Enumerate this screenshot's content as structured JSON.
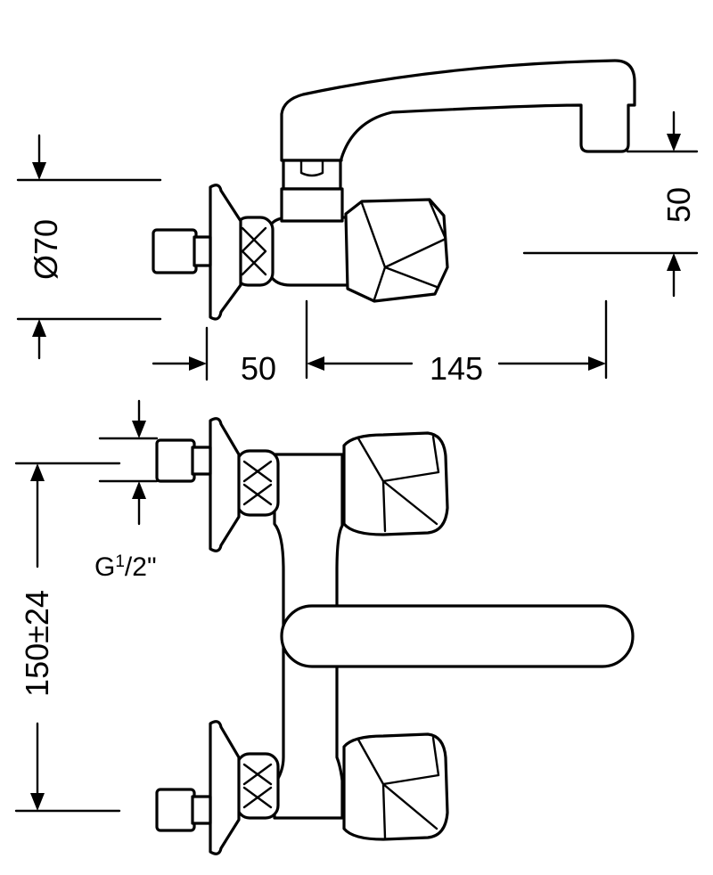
{
  "dimensions": {
    "diameter_label": "Ø70",
    "wall_offset_label": "50",
    "spout_reach_label": "145",
    "spout_height_label": "50",
    "center_distance_label": "150±24"
  },
  "thread": {
    "prefix": "G",
    "numerator": "1",
    "slash": "/",
    "denominator": "2",
    "suffix": "\""
  },
  "colors": {
    "line": "#000000",
    "background": "#ffffff"
  }
}
